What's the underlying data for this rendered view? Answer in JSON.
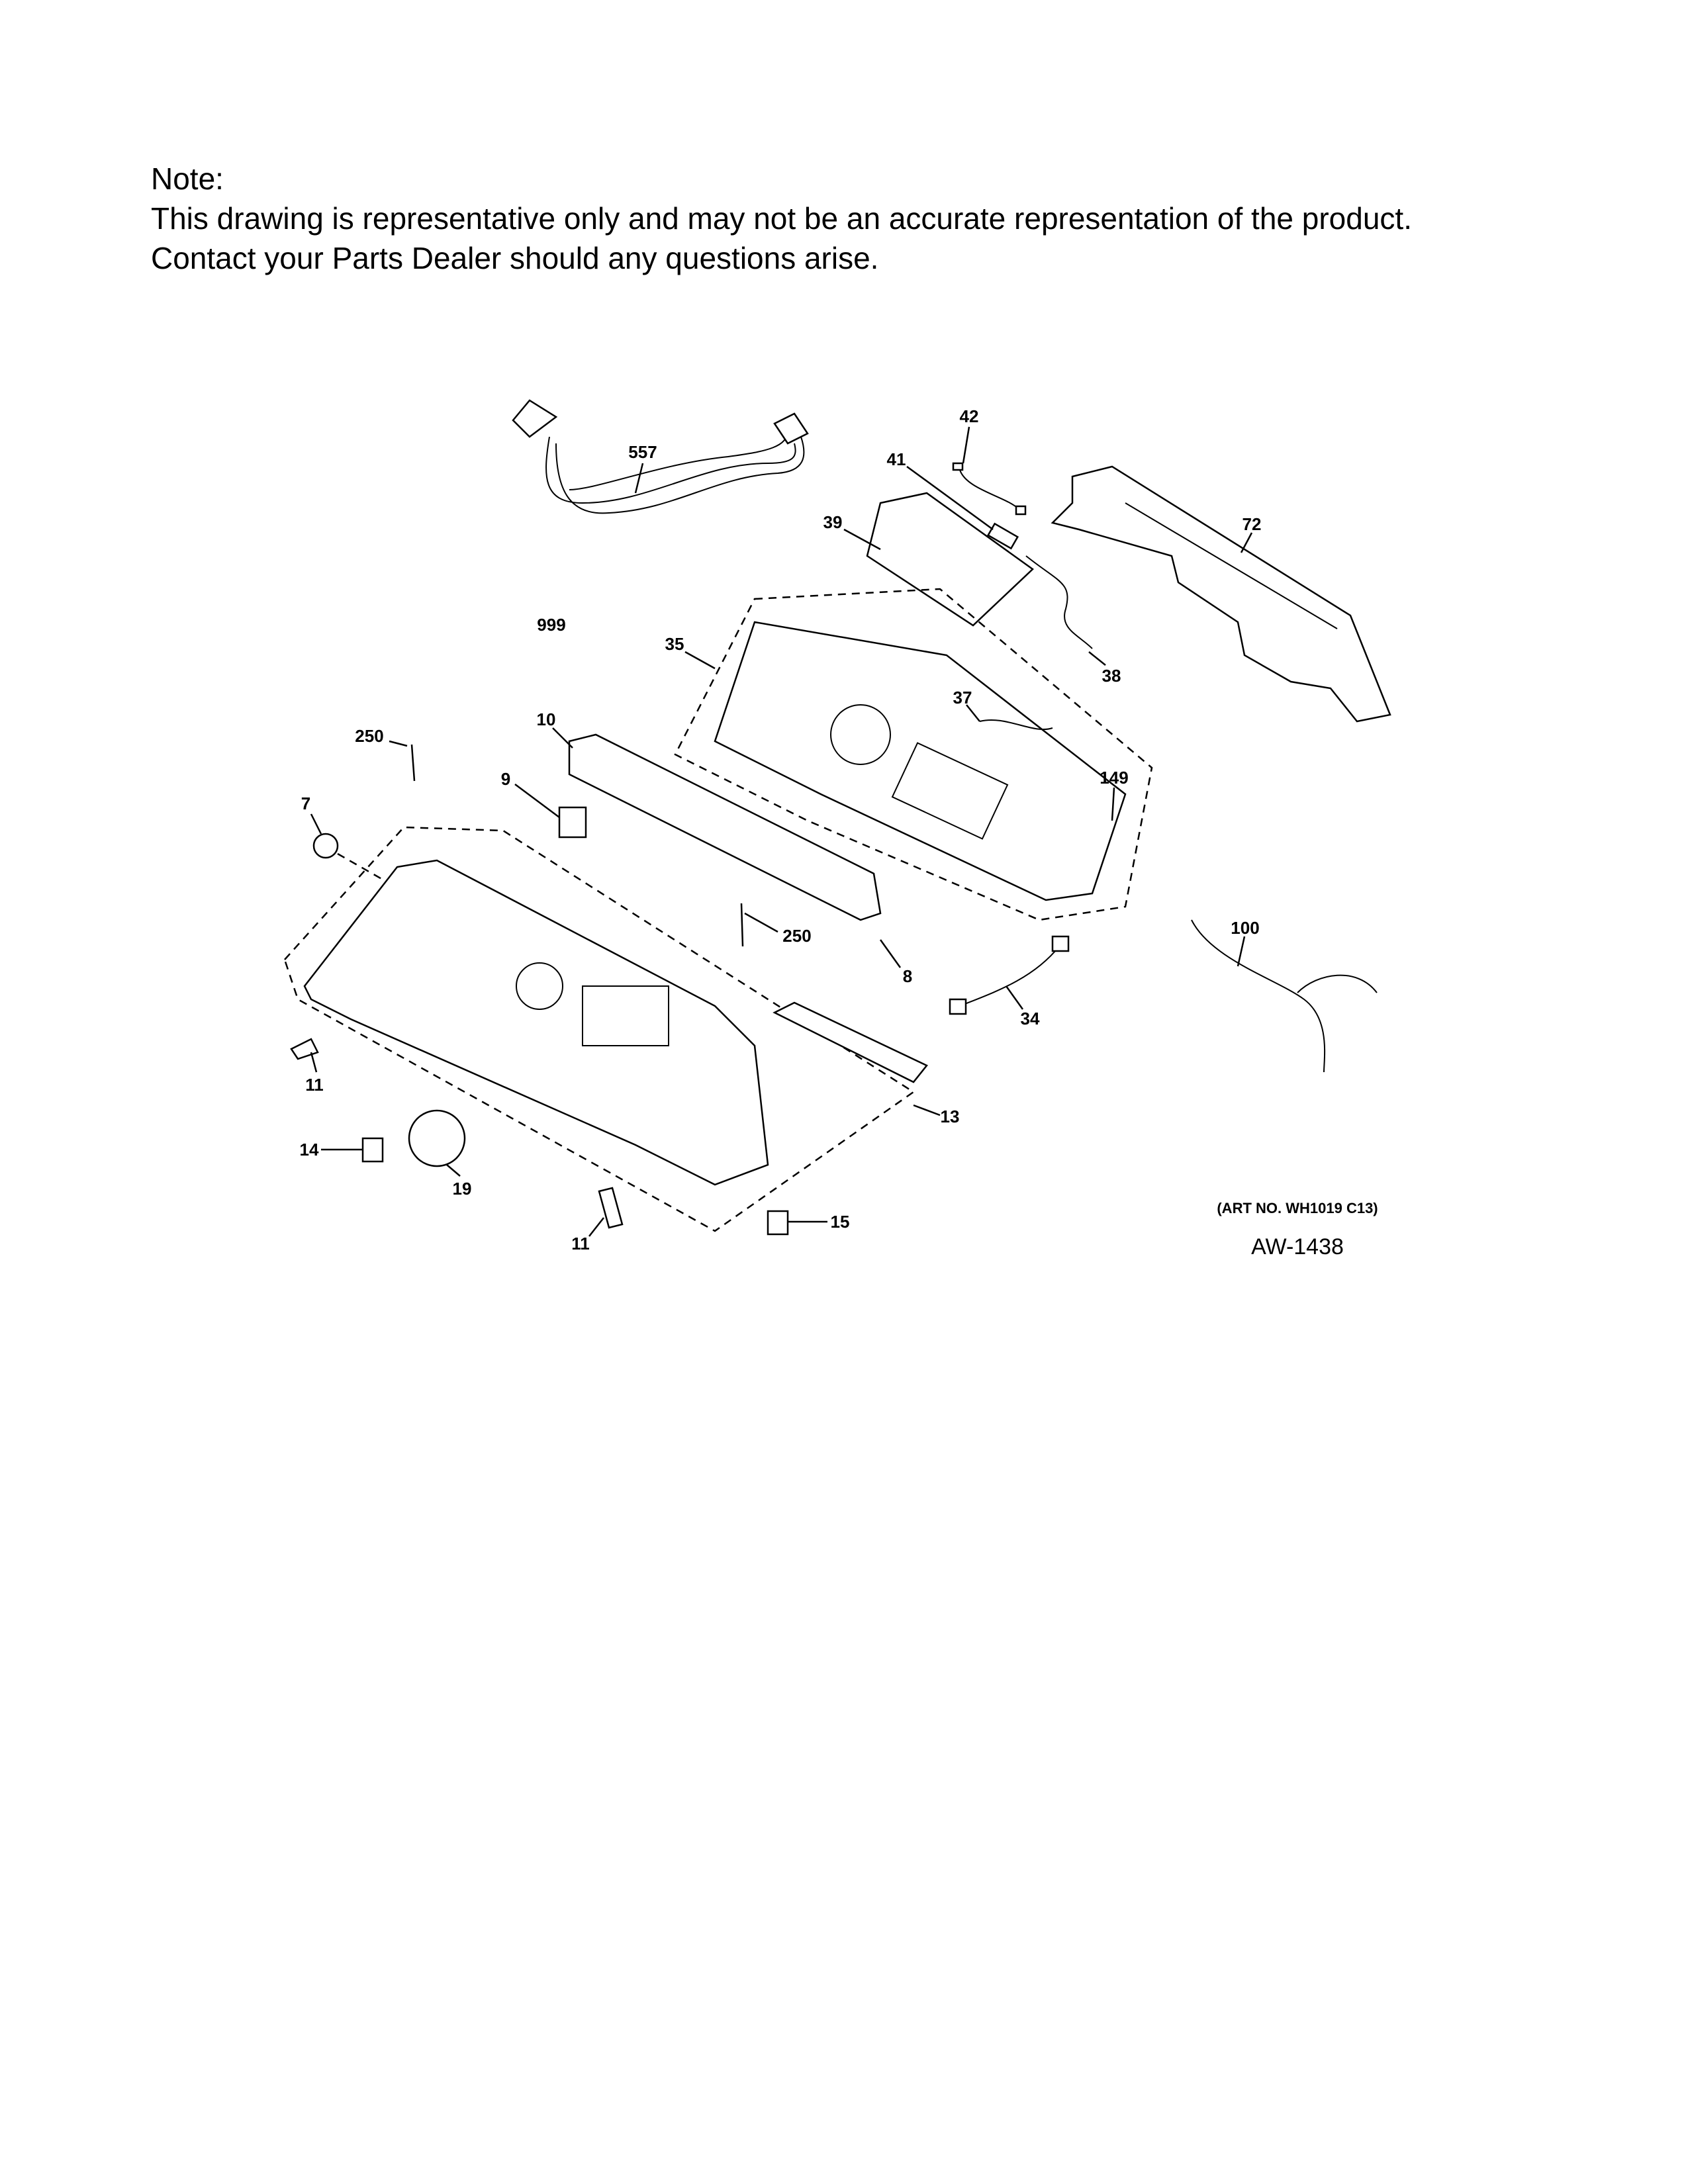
{
  "note": {
    "heading": "Note:",
    "line1": "This drawing is representative only and may not be an accurate representation of the product.",
    "line2": "Contact your Parts Dealer should any questions arise."
  },
  "callouts": {
    "c557": "557",
    "c42": "42",
    "c41": "41",
    "c39": "39",
    "c72": "72",
    "c999": "999",
    "c35": "35",
    "c38": "38",
    "c37": "37",
    "c10": "10",
    "c250a": "250",
    "c9": "9",
    "c149": "149",
    "c7": "7",
    "c250b": "250",
    "c100": "100",
    "c8": "8",
    "c34": "34",
    "c11a": "11",
    "c13": "13",
    "c14": "14",
    "c19": "19",
    "c15": "15",
    "c11b": "11"
  },
  "art_number": "(ART NO. WH1019 C13)",
  "drawing_id": "AW-1438"
}
